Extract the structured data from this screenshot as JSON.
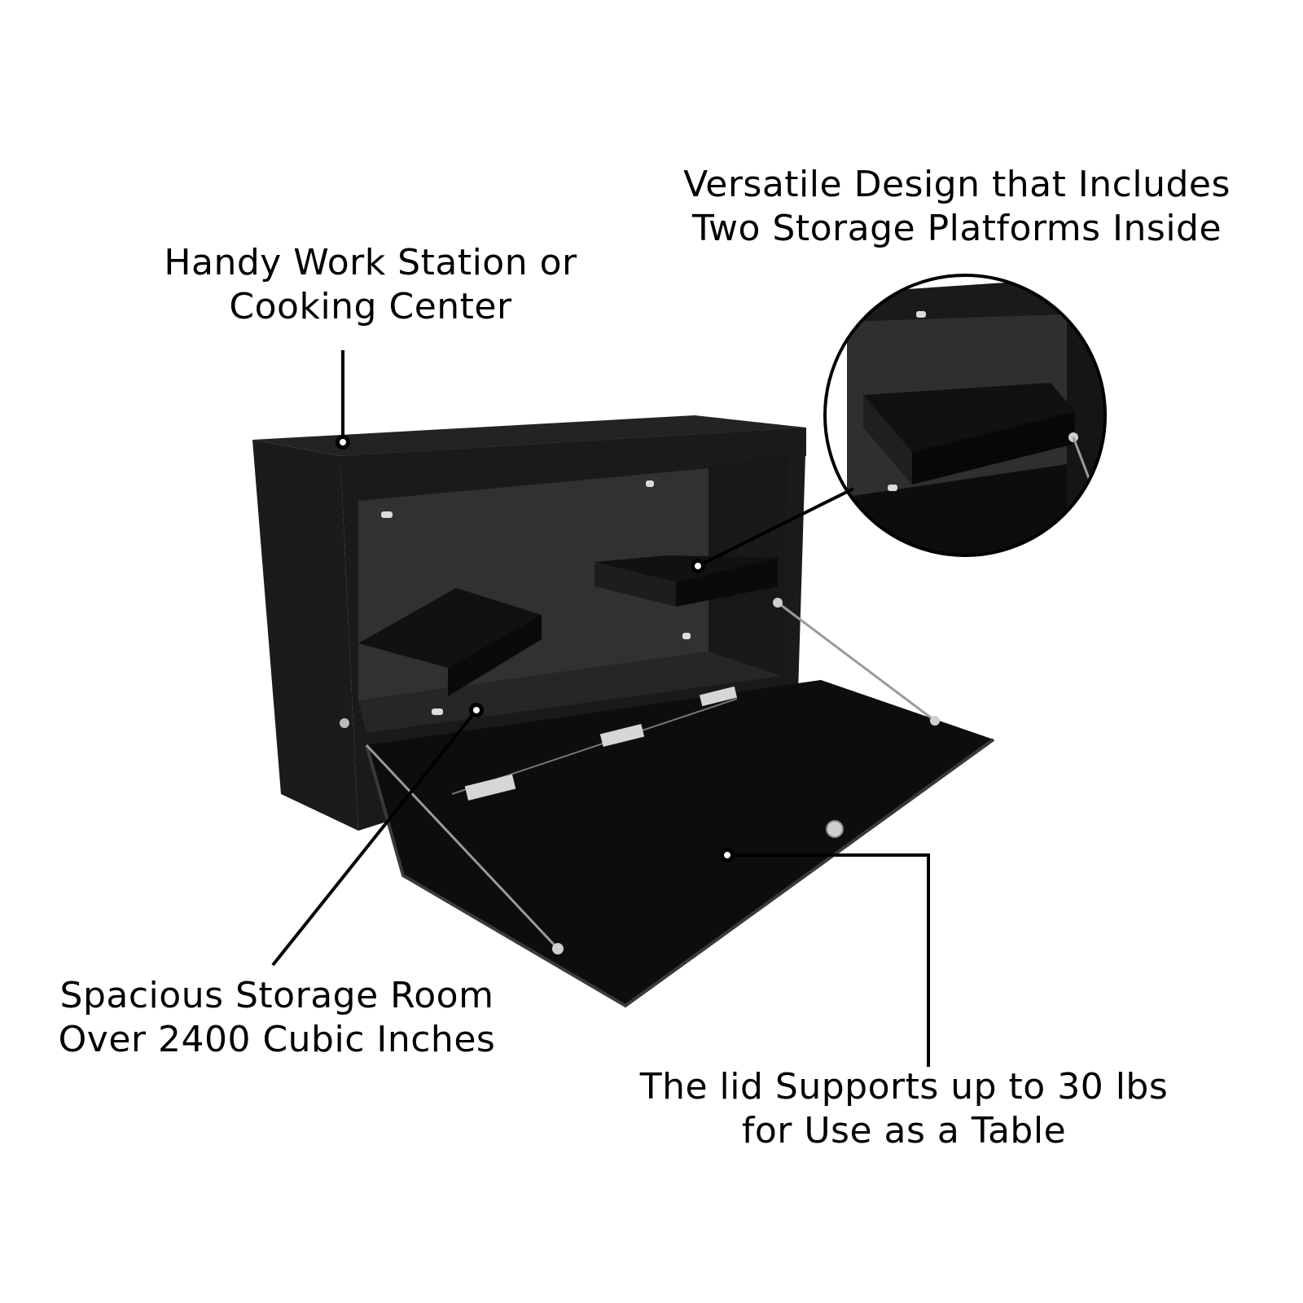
{
  "callouts": {
    "workstation": {
      "line1": "Handy Work Station or",
      "line2": "Cooking Center"
    },
    "platforms": {
      "line1": "Versatile Design that Includes",
      "line2": "Two Storage Platforms Inside"
    },
    "storage": {
      "line1": "Spacious Storage Room",
      "line2": "Over 2400 Cubic Inches"
    },
    "lid": {
      "line1": "The lid Supports up to 30 lbs",
      "line2": "for Use as a Table"
    }
  },
  "colors": {
    "background": "#ffffff",
    "text": "#000000",
    "box_dark": "#161616",
    "box_side": "#222222",
    "interior_back": "#2e2e2e",
    "lid": "#0c0c0c",
    "hardware": "#c8c8c8"
  }
}
